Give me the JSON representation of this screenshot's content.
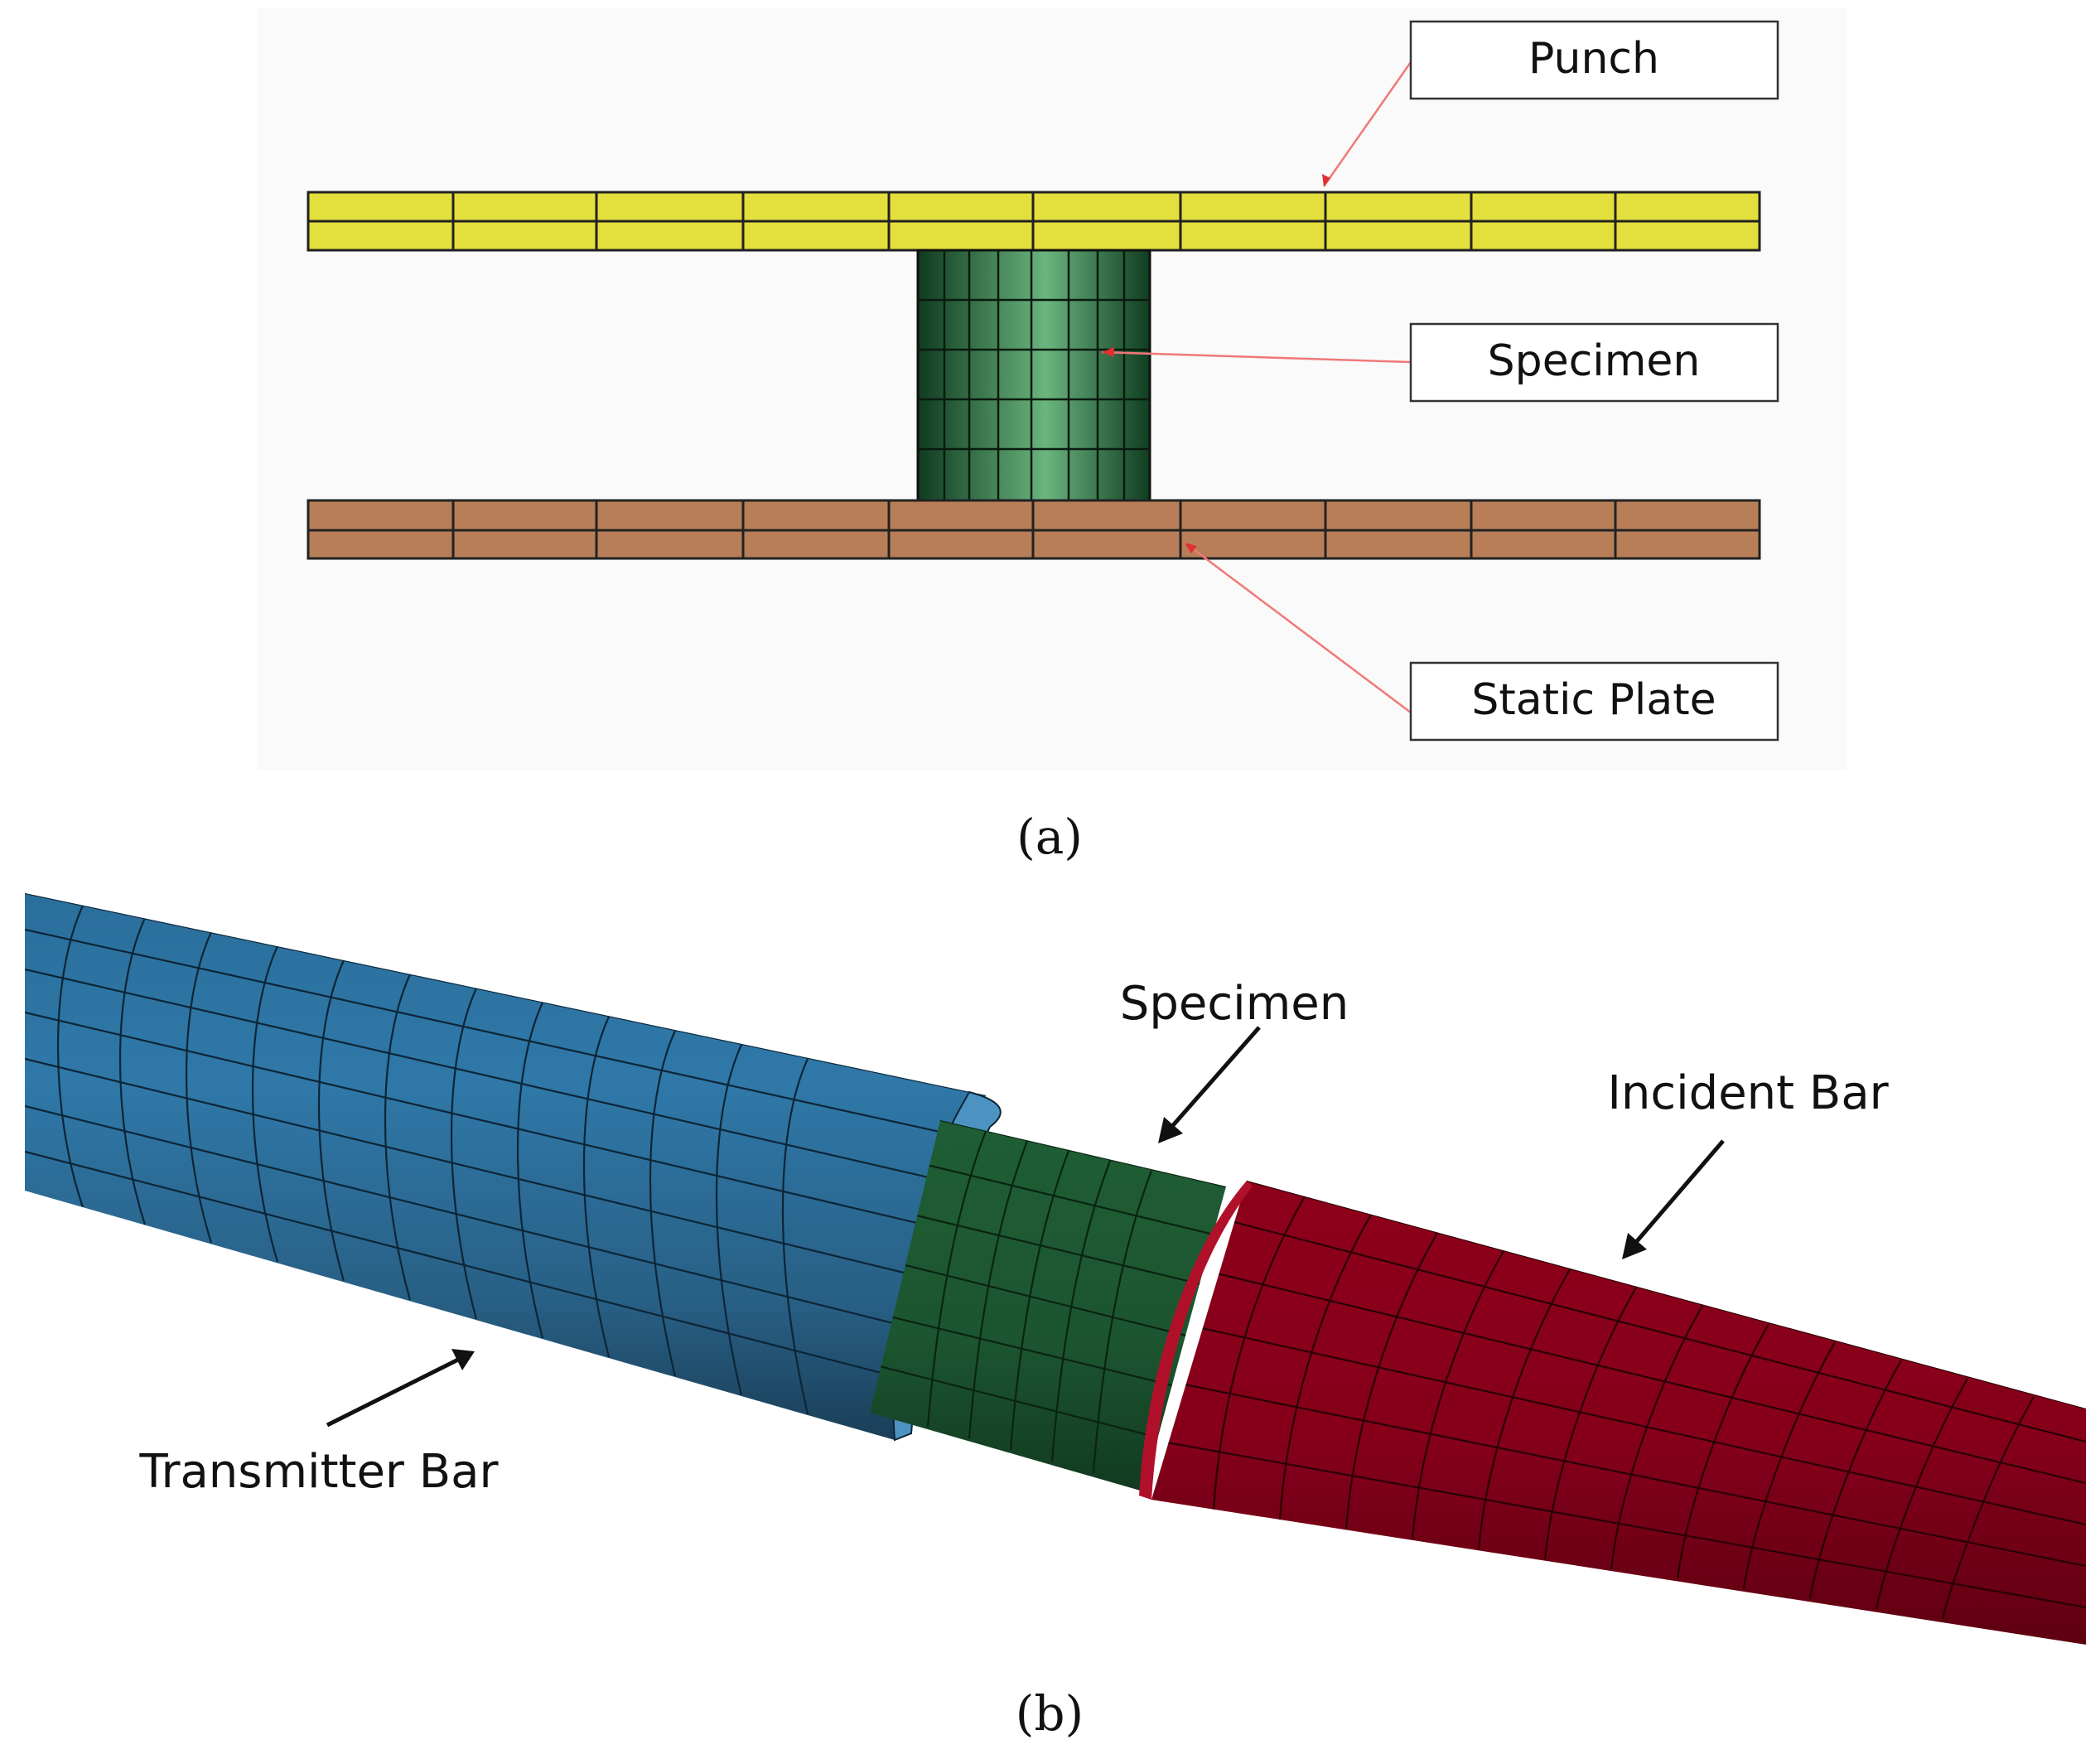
{
  "panel_a": {
    "caption": "(a)",
    "labels": {
      "punch": "Punch",
      "specimen": "Specimen",
      "static_plate": "Static Plate"
    },
    "colors": {
      "punch": "#e3df3c",
      "specimen_dark": "#1e5a32",
      "specimen_light": "#5fae74",
      "static_plate": "#b87e58",
      "leader": "#f07878"
    }
  },
  "panel_b": {
    "caption": "(b)",
    "labels": {
      "specimen": "Specimen",
      "incident_bar": "Incident Bar",
      "transmitter_bar": "Transmitter Bar"
    },
    "colors": {
      "transmitter_bar": "#2f77a6",
      "specimen": "#1f5e34",
      "incident_bar": "#8a0018",
      "arrow": "#111111"
    }
  }
}
